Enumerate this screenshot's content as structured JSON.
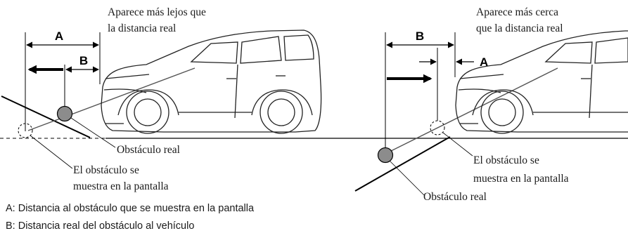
{
  "left_panel": {
    "caption_line1": "Aparece más lejos que",
    "caption_line2": "la distancia real",
    "label_A": "A",
    "label_B": "B",
    "real_obstacle": "Obstáculo real",
    "shown_line1": "El obstáculo se",
    "shown_line2": "muestra en la pantalla"
  },
  "right_panel": {
    "caption_line1": "Aparece más cerca",
    "caption_line2": "que la distancia real",
    "label_A": "A",
    "label_B": "B",
    "real_obstacle": "Obstáculo real",
    "shown_line1": "El obstáculo se",
    "shown_line2": "muestra en la pantalla"
  },
  "legend": {
    "a": "A: Distancia al obstáculo que se muestra en la pantalla",
    "b": "B: Distancia real del obstáculo al vehículo"
  },
  "colors": {
    "obstacle_fill": "#8c8c8c",
    "line": "#000000"
  }
}
